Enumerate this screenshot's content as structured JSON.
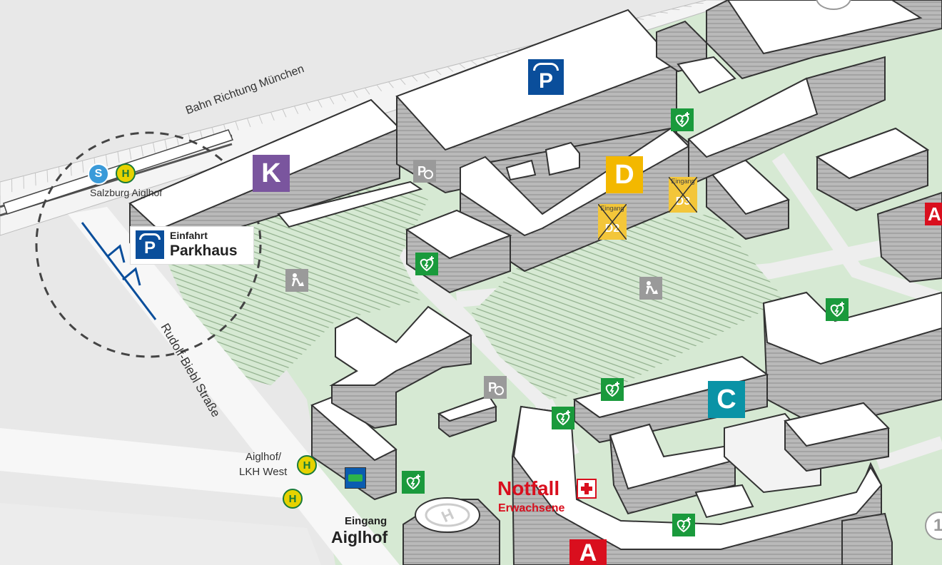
{
  "streets": {
    "rail": "Bahn Richtung München",
    "road": "Rudolf-Biebl Straße"
  },
  "stops": {
    "s_badge": "S",
    "h_badge": "H",
    "aiglhof_station": "Salzburg Aiglhof",
    "lkh_west_line1": "Aiglhof/",
    "lkh_west_line2": "LKH West"
  },
  "parking": {
    "p_letter": "P",
    "einfahrt": "Einfahrt",
    "parkhaus": "Parkhaus"
  },
  "buildings": {
    "k": "K",
    "d": "D",
    "c": "C",
    "a": "A",
    "d2": "D2",
    "d3": "D3",
    "eingang_small": "Eingang"
  },
  "entrance": {
    "line1": "Eingang",
    "line2": "Aiglhof"
  },
  "emergency": {
    "title": "Notfall",
    "subtitle": "Erwachsene"
  },
  "misc": {
    "circle_number": "1"
  },
  "colors": {
    "parking_blue": "#0a4e9b",
    "k_purple": "#7a559e",
    "d_yellow": "#f3b800",
    "c_teal": "#0a93a6",
    "a_red": "#d90f1e",
    "aed_green": "#1a9a3c",
    "s_blue": "#3a9ad9",
    "h_yellow": "#e6d200",
    "green_area": "#d6e9d3",
    "building_top": "#ffffff",
    "building_side": "#b8b8b8"
  }
}
